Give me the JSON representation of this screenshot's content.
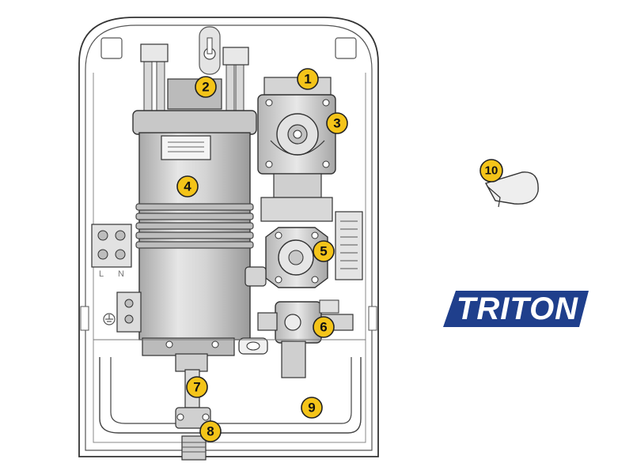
{
  "brand": {
    "name": "TRITON",
    "logo_color": "#1f3f8c",
    "logo_text_color": "#ffffff"
  },
  "terminals": {
    "live_label": "L",
    "neutral_label": "N"
  },
  "markers": [
    {
      "id": "1",
      "label": "1"
    },
    {
      "id": "2",
      "label": "2"
    },
    {
      "id": "3",
      "label": "3"
    },
    {
      "id": "4",
      "label": "4"
    },
    {
      "id": "5",
      "label": "5"
    },
    {
      "id": "6",
      "label": "6"
    },
    {
      "id": "7",
      "label": "7"
    },
    {
      "id": "8",
      "label": "8"
    },
    {
      "id": "9",
      "label": "9"
    },
    {
      "id": "10",
      "label": "10"
    }
  ],
  "colors": {
    "marker_fill": "#f4c419",
    "outline": "#333333",
    "body_fill": "#d9d9d9"
  }
}
